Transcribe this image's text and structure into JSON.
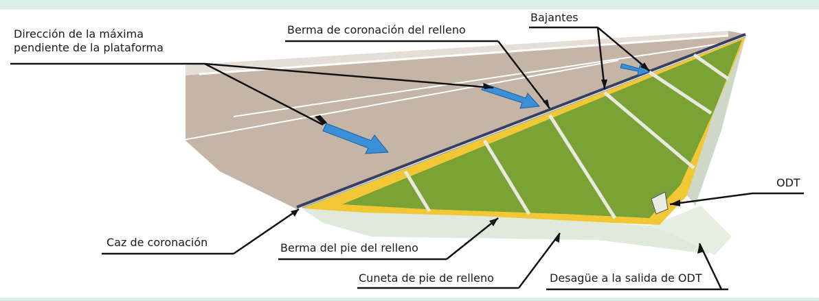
{
  "labels": {
    "direccion_line1": "Dirección de la máxima",
    "direccion_line2": "pendiente de la plataforma",
    "berma_coronacion": "Berma de coronación del relleno",
    "bajantes": "Bajantes",
    "odt": "ODT",
    "caz_coronacion": "Caz de coronación",
    "berma_pie": "Berma del pie del relleno",
    "cuneta_pie": "Cuneta de pie de relleno",
    "desague_odt": "Desagüe a la salida de ODT"
  },
  "colors": {
    "platform": "#c4b5a6",
    "slope": "#7aa234",
    "berm": "#f2c736",
    "ditch": "#dfe9dc",
    "arrow": "#3a8fd6",
    "leader": "#111111"
  }
}
